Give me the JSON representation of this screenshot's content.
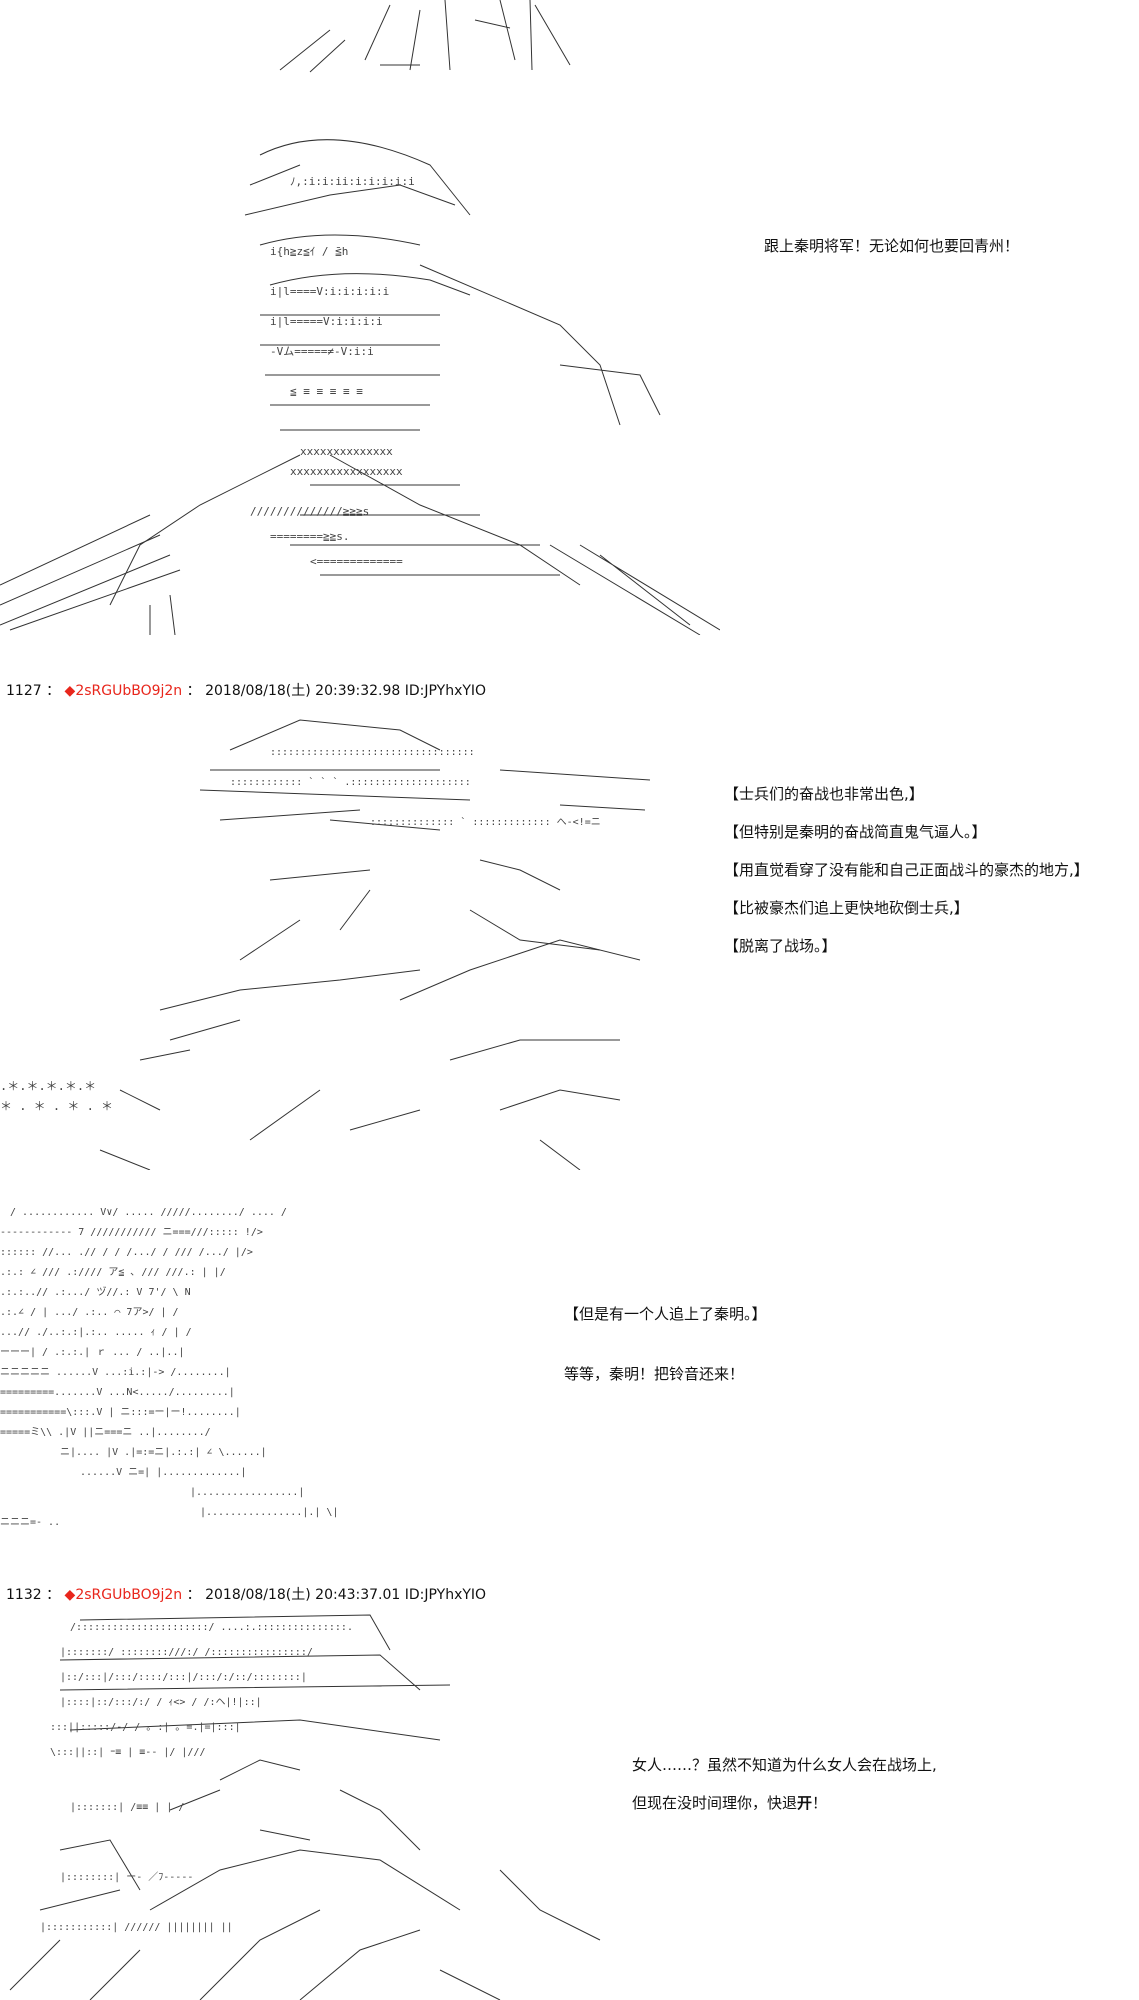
{
  "posts": [
    {
      "number": "1127",
      "trip": "◆2sRGUbBO9j2n",
      "datetime": "2018/08/18(土) 20:39:32.98",
      "id": "ID:JPYhxYIO"
    },
    {
      "number": "1132",
      "trip": "◆2sRGUbBO9j2n",
      "datetime": "2018/08/18(土) 20:43:37.01",
      "id": "ID:JPYhxYIO"
    }
  ],
  "panels": {
    "panel1": {
      "lines": [
        "跟上秦明将军！无论如何也要回青州！"
      ]
    },
    "panel2": {
      "lines": [
        "【士兵们的奋战也非常出色,】",
        "【但特别是秦明的奋战简直鬼气逼人。】",
        "【用直觉看穿了没有能和自己正面战斗的豪杰的地方,】",
        "【比被豪杰们追上更快地砍倒士兵,】",
        "【脱离了战场。】"
      ]
    },
    "panel3": {
      "lines": [
        "【但是有一个人追上了秦明。】",
        "等等，秦明！把铃音还来！"
      ]
    },
    "panel4": {
      "line1": "女人……？虽然不知道为什么女人会在战场上,",
      "line2_prefix": "但现在没时间理你，快退",
      "line2_bold": "开",
      "line2_suffix": "！"
    }
  }
}
